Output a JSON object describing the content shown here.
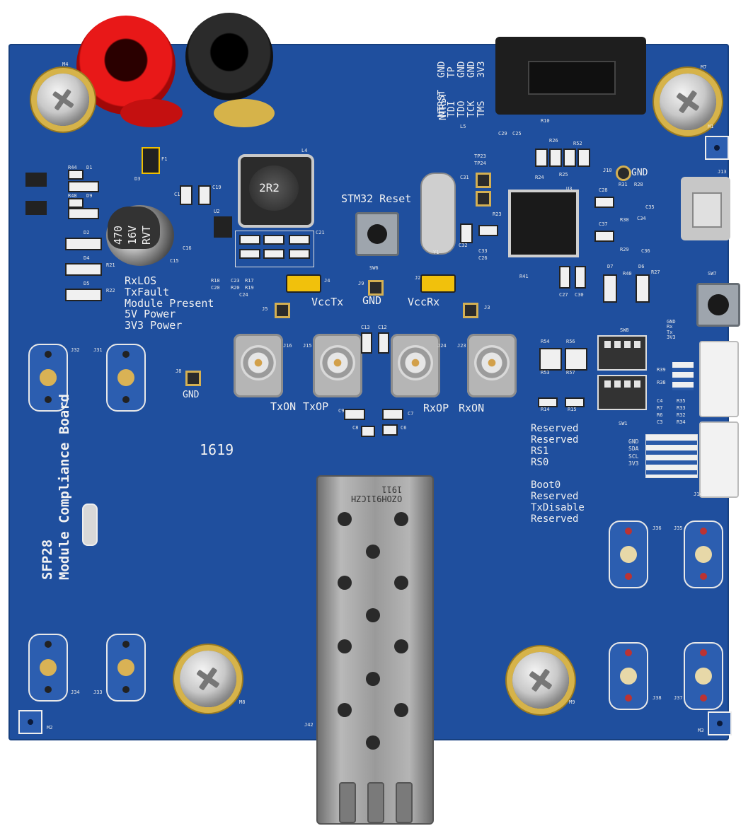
{
  "board": {
    "title_line1": "SFP28",
    "title_line2": "Module Compliance Board",
    "date_code": "1619",
    "cage_marking": "OZOH911CZH\n1911"
  },
  "labels": {
    "stm32_reset": "STM32 Reset",
    "vcctx": "VccTx",
    "vccrx": "VccRx",
    "gnd_main": "GND",
    "gnd_left": "GND",
    "gnd_top": "GND",
    "txon": "TxON",
    "txop": "TxOP",
    "rxop": "RxOP",
    "rxon": "RxON",
    "led_lines": [
      "RxLOS",
      "TxFault",
      "Module Present",
      "5V Power",
      "3V3 Power"
    ],
    "switch_lines": [
      "Reserved",
      "Reserved",
      "RS1",
      "RS0"
    ],
    "boot_lines": [
      "Boot0",
      "Reserved",
      "TxDisable",
      "Reserved"
    ],
    "jtag_left": [
      "NTRST",
      "TDI",
      "TDO",
      "TCK",
      "TMS"
    ],
    "jtag_right": [
      "GND",
      "TP",
      "GND",
      "GND",
      "3V3"
    ],
    "uart_pins": [
      "GND",
      "Rx",
      "Tx",
      "3V3"
    ],
    "i2c_pins": [
      "GND",
      "SDA",
      "SCL",
      "3V3"
    ],
    "inductor_mark": "2R2",
    "cap_marking": [
      "470",
      "16V",
      "RVT"
    ]
  },
  "refdes": {
    "m4": "M4",
    "m7": "M7",
    "m8": "M8",
    "m9": "M9",
    "m2": "M2",
    "m3": "M3",
    "m1": "M1",
    "j32": "J32",
    "j31": "J31",
    "j34": "J34",
    "j33": "J33",
    "j36": "J36",
    "j35": "J35",
    "j38": "J38",
    "j37": "J37",
    "j42": "J42",
    "j16": "J16",
    "j15": "J15",
    "j24": "J24",
    "j23": "J23",
    "j4": "J4",
    "j2": "J2",
    "j5": "J5",
    "j3": "J3",
    "j9": "J9",
    "j8": "J8",
    "j10": "J10",
    "j13": "J13",
    "j14": "J14",
    "sw6": "SW6",
    "sw7": "SW7",
    "sw8": "SW8",
    "sw1": "SW1",
    "u3": "U3",
    "u2": "U2",
    "y1": "Y1",
    "l4": "L4",
    "f1": "F1",
    "r44": "R44",
    "d1": "D1",
    "r48": "R48",
    "d9": "D9",
    "d3": "D3",
    "c17": "C17",
    "c19": "C19",
    "c21": "C21",
    "c15": "C15",
    "c16": "C16",
    "c23": "C23",
    "r17": "R17",
    "r20": "R20",
    "r19": "R19",
    "c24": "C24",
    "r18": "R18",
    "c20": "C20",
    "r21": "R21",
    "r22": "R22",
    "d2": "D2",
    "d4": "D4",
    "d5": "D5",
    "c13": "C13",
    "c12": "C12",
    "c9": "C9",
    "c8": "C8",
    "c7": "C7",
    "c6": "C6",
    "tp23": "TP23",
    "tp24": "TP24",
    "c31": "C31",
    "c32": "C32",
    "c33": "C33",
    "c26": "C26",
    "r23": "R23",
    "c29": "C29",
    "c25": "C25",
    "r10": "R10",
    "r26": "R26",
    "r52": "R52",
    "r24": "R24",
    "r25": "R25",
    "c28": "C28",
    "r31": "R31",
    "r28": "R28",
    "c35": "C35",
    "c34": "C34",
    "c37": "C37",
    "r30": "R30",
    "r29": "R29",
    "c36": "C36",
    "r41": "R41",
    "c27": "C27",
    "c30": "C30",
    "d7": "D7",
    "r40": "R40",
    "d6": "D6",
    "r27": "R27",
    "l5": "L5",
    "r54": "R54",
    "r56": "R56",
    "r53": "R53",
    "r57": "R57",
    "r14": "R14",
    "r15": "R15",
    "r39": "R39",
    "r38": "R38",
    "c4": "C4",
    "r7": "R7",
    "r6": "R6",
    "c3": "C3",
    "r35": "R35",
    "r33": "R33",
    "r32": "R32",
    "r34": "R34"
  }
}
